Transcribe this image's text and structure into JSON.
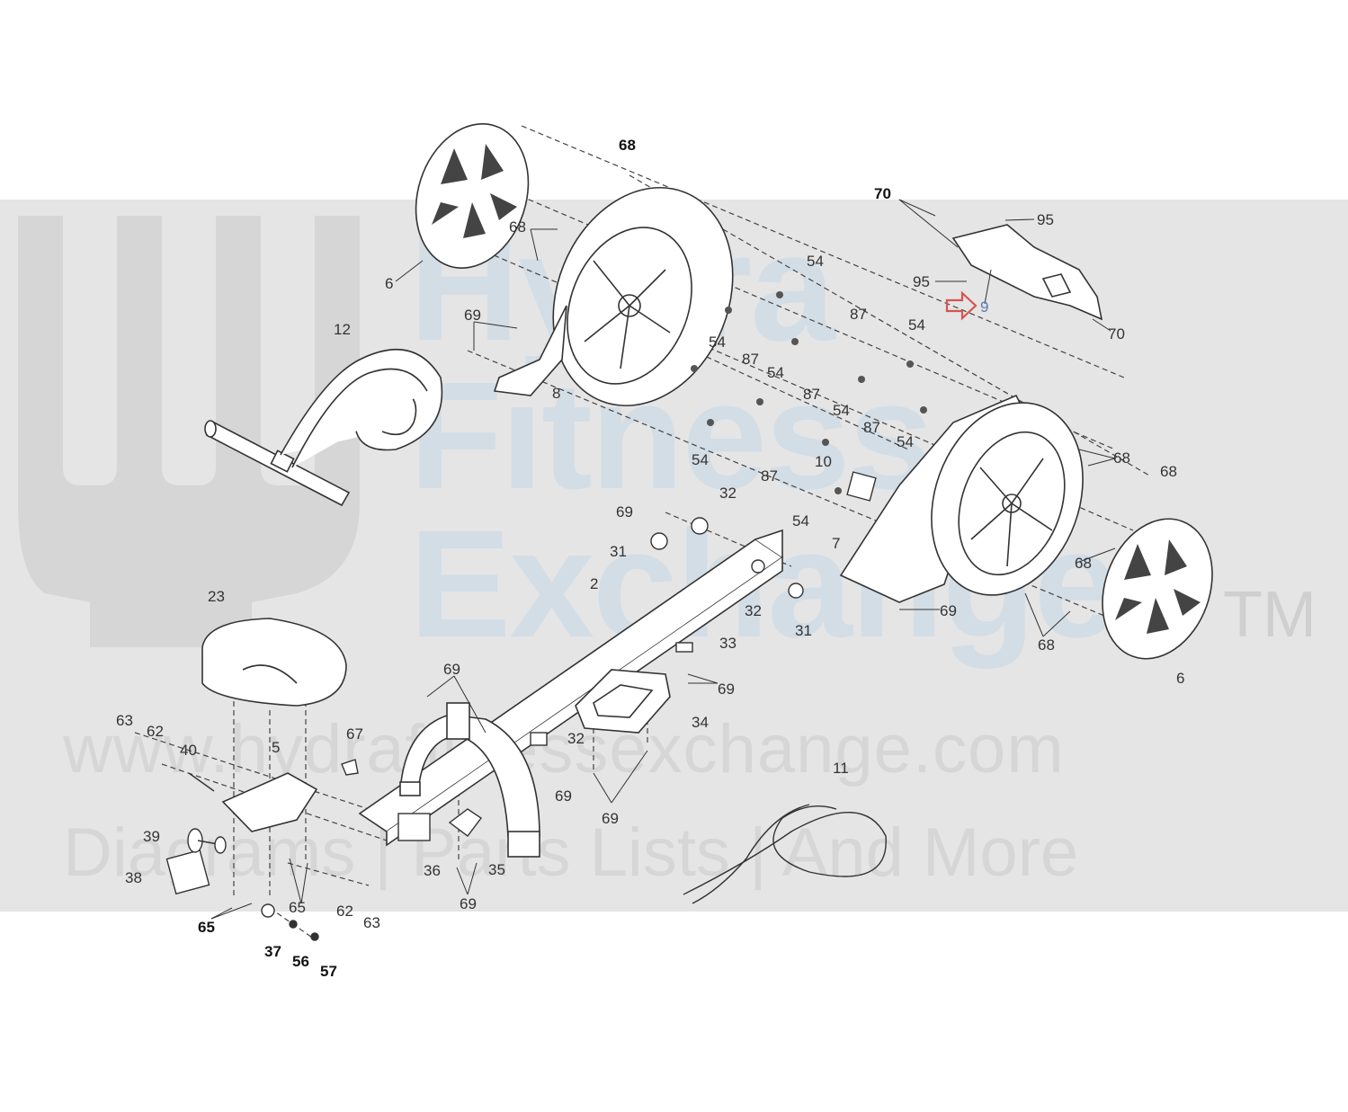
{
  "colors": {
    "watermark_band": "#e5e5e5",
    "watermark_text": "#d3dde6",
    "line_art": "#333333",
    "highlight_arrow": "#d9534f",
    "highlight_label": "#5b7bb0"
  },
  "watermark": {
    "word1": "Hydra",
    "word2": "Fitness",
    "word3": "Exchange",
    "trademark": "TM",
    "url": "www.hydrafitnessexchange.com",
    "tagline": "Diagrams | Parts Lists | And More",
    "logo_icon": "fork-icon"
  },
  "highlight": {
    "arrow_icon": "right-arrow-outline-icon",
    "part": "9"
  },
  "callouts": [
    {
      "id": "c68a",
      "text": "68"
    },
    {
      "id": "c70a",
      "text": "70"
    },
    {
      "id": "c95a",
      "text": "95"
    },
    {
      "id": "c68b",
      "text": "68"
    },
    {
      "id": "c54a",
      "text": "54"
    },
    {
      "id": "c95b",
      "text": "95"
    },
    {
      "id": "c9",
      "text": "9"
    },
    {
      "id": "c6a",
      "text": "6"
    },
    {
      "id": "c87a",
      "text": "87"
    },
    {
      "id": "c54b",
      "text": "54"
    },
    {
      "id": "c70b",
      "text": "70"
    },
    {
      "id": "c69a",
      "text": "69"
    },
    {
      "id": "c12",
      "text": "12"
    },
    {
      "id": "c54c",
      "text": "54"
    },
    {
      "id": "c87b",
      "text": "87"
    },
    {
      "id": "c54d",
      "text": "54"
    },
    {
      "id": "c8",
      "text": "8"
    },
    {
      "id": "c87c",
      "text": "87"
    },
    {
      "id": "c54e",
      "text": "54"
    },
    {
      "id": "c87d",
      "text": "87"
    },
    {
      "id": "c54f",
      "text": "54"
    },
    {
      "id": "c68c",
      "text": "68"
    },
    {
      "id": "c68d",
      "text": "68"
    },
    {
      "id": "c54g",
      "text": "54"
    },
    {
      "id": "c10",
      "text": "10"
    },
    {
      "id": "c87e",
      "text": "87"
    },
    {
      "id": "c32a",
      "text": "32"
    },
    {
      "id": "c69b",
      "text": "69"
    },
    {
      "id": "c54h",
      "text": "54"
    },
    {
      "id": "c31a",
      "text": "31"
    },
    {
      "id": "c7",
      "text": "7"
    },
    {
      "id": "c68e",
      "text": "68"
    },
    {
      "id": "c2",
      "text": "2"
    },
    {
      "id": "c23",
      "text": "23"
    },
    {
      "id": "c32b",
      "text": "32"
    },
    {
      "id": "c69c",
      "text": "69"
    },
    {
      "id": "c31b",
      "text": "31"
    },
    {
      "id": "c68f",
      "text": "68"
    },
    {
      "id": "c33",
      "text": "33"
    },
    {
      "id": "c6b",
      "text": "6"
    },
    {
      "id": "c69d",
      "text": "69"
    },
    {
      "id": "c69e",
      "text": "69"
    },
    {
      "id": "c34",
      "text": "34"
    },
    {
      "id": "c63a",
      "text": "63"
    },
    {
      "id": "c62a",
      "text": "62"
    },
    {
      "id": "c67",
      "text": "67"
    },
    {
      "id": "c40",
      "text": "40"
    },
    {
      "id": "c5",
      "text": "5"
    },
    {
      "id": "c32c",
      "text": "32"
    },
    {
      "id": "c11",
      "text": "11"
    },
    {
      "id": "c69f",
      "text": "69"
    },
    {
      "id": "c39",
      "text": "39"
    },
    {
      "id": "c69g",
      "text": "69"
    },
    {
      "id": "c38",
      "text": "38"
    },
    {
      "id": "c36",
      "text": "36"
    },
    {
      "id": "c35",
      "text": "35"
    },
    {
      "id": "c65a",
      "text": "65"
    },
    {
      "id": "c62b",
      "text": "62"
    },
    {
      "id": "c69h",
      "text": "69"
    },
    {
      "id": "c63b",
      "text": "63"
    },
    {
      "id": "c65b",
      "text": "65"
    },
    {
      "id": "c37",
      "text": "37"
    },
    {
      "id": "c56",
      "text": "56"
    },
    {
      "id": "c57",
      "text": "57"
    }
  ]
}
